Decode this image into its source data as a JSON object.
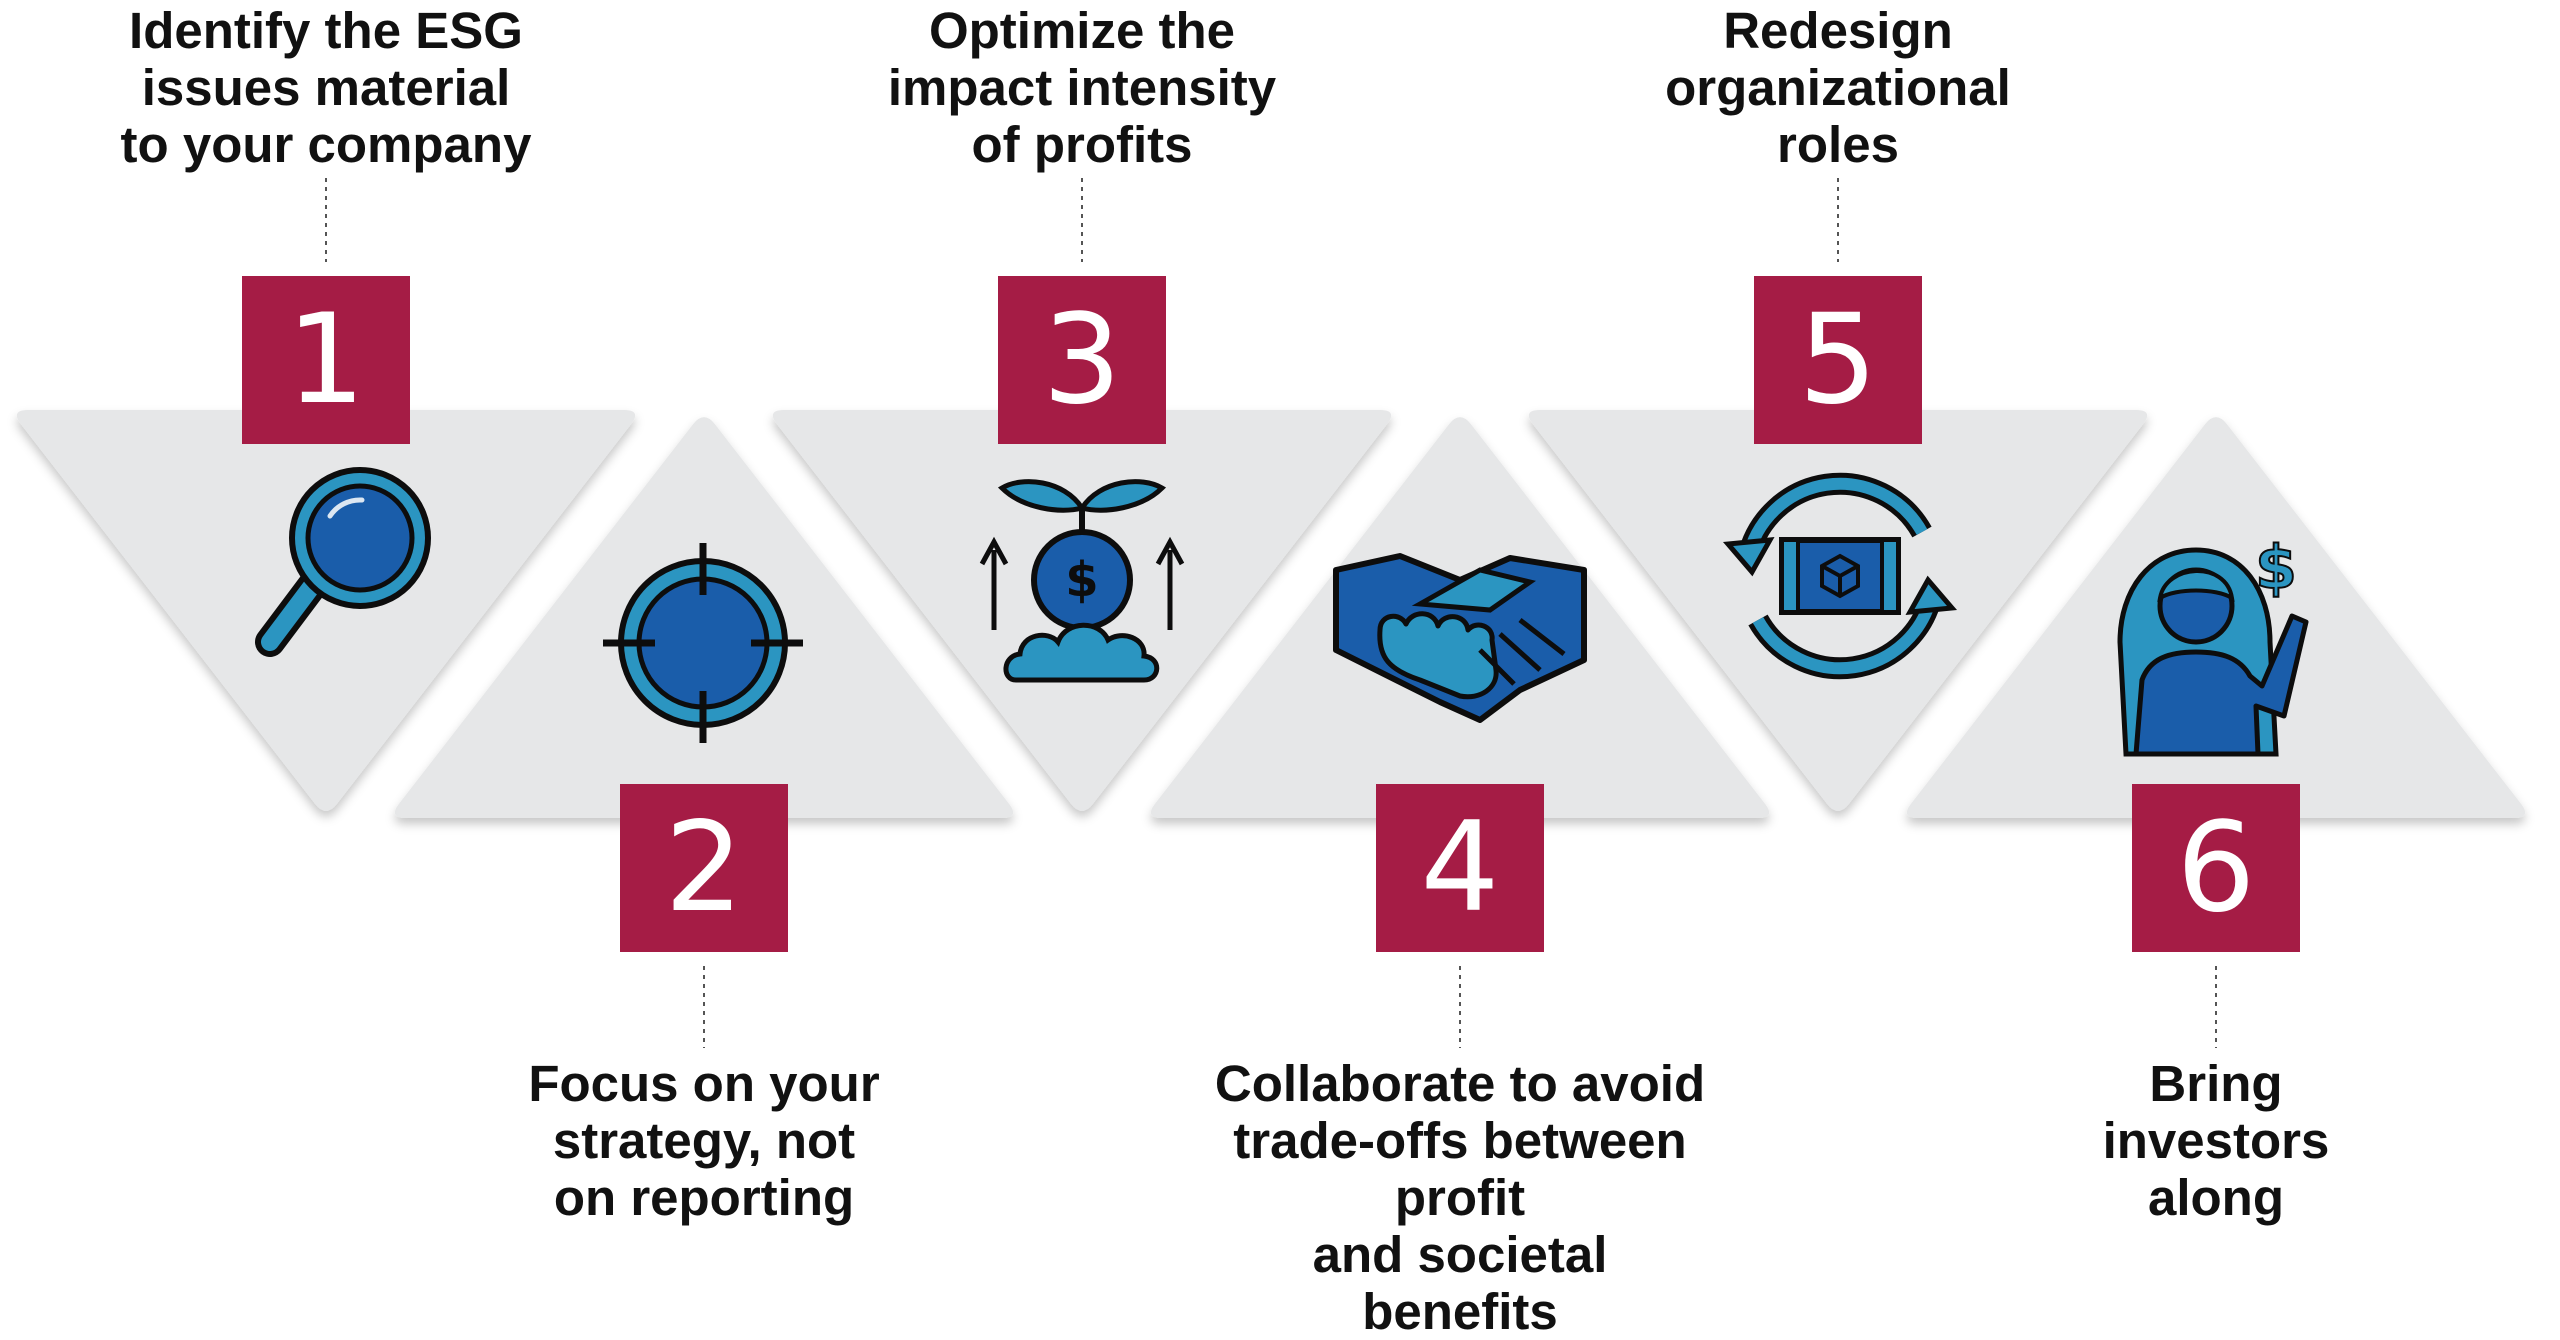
{
  "colors": {
    "number_box": "#a51c45",
    "triangle_fill": "#e6e7e8",
    "icon_dark_blue": "#1a5daa",
    "icon_light_blue": "#2b95c1",
    "outline": "#0d0d0d"
  },
  "steps": [
    {
      "number": "1",
      "label": "Identify the ESG\nissues material\nto your company",
      "icon": "magnifying-glass-icon"
    },
    {
      "number": "2",
      "label": "Focus on your\nstrategy, not\non reporting",
      "icon": "target-crosshair-icon"
    },
    {
      "number": "3",
      "label": "Optimize the\nimpact intensity\nof profits",
      "icon": "growing-money-plant-icon"
    },
    {
      "number": "4",
      "label": "Collaborate to avoid\ntrade-offs between profit\nand societal benefits",
      "icon": "handshake-icon"
    },
    {
      "number": "5",
      "label": "Redesign\norganizational\nroles",
      "icon": "cycle-blueprint-icon"
    },
    {
      "number": "6",
      "label": "Bring\ninvestors\nalong",
      "icon": "investor-person-dollar-icon"
    }
  ]
}
